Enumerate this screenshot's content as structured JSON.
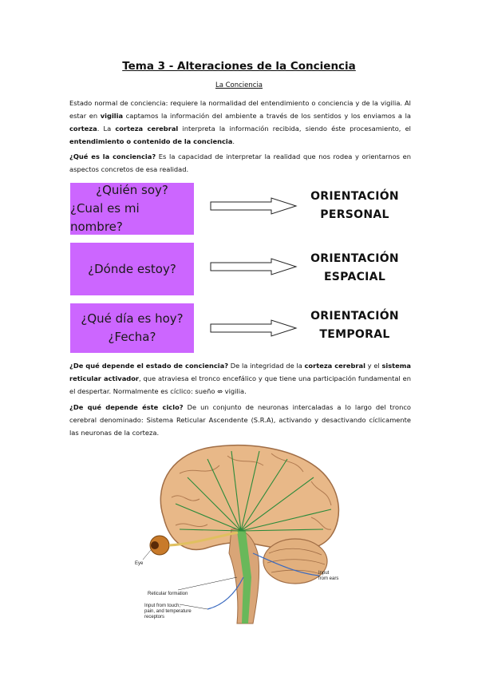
{
  "title": "Tema 3 - Alteraciones de la Conciencia",
  "subtitle": "La Conciencia",
  "para1": {
    "t1": "Estado normal de conciencia: requiere la normalidad del entendimiento o conciencia y de la vigilia. Al estar en ",
    "b1": "vigilia",
    "t2": " captamos la información del ambiente a través de los sentidos y los enviamos a la ",
    "b2": "corteza",
    "t3": ". La ",
    "b3": "corteza cerebral",
    "t4": " interpreta la información recibida, siendo éste procesamiento, el ",
    "b4": "entendimiento o contenido de la conciencia",
    "t5": "."
  },
  "para2": {
    "b1": "¿Qué es la conciencia?",
    "t1": " Es la capacidad de interpretar la realidad que nos rodea y orientarnos en aspectos concretos de esa realidad."
  },
  "rows": [
    {
      "q1": "¿Quién soy?",
      "q2": "¿Cual es mi nombre?",
      "o1": "ORIENTACIÓN",
      "o2": "PERSONAL"
    },
    {
      "q1": "¿Dónde estoy?",
      "q2": "",
      "o1": "ORIENTACIÓN",
      "o2": "ESPACIAL"
    },
    {
      "q1": "¿Qué día es hoy?",
      "q2": "¿Fecha?",
      "o1": "ORIENTACIÓN",
      "o2": "TEMPORAL"
    }
  ],
  "para3": {
    "b1": "¿De qué depende el estado de conciencia?",
    "t1": " De la integridad de la ",
    "b2": "corteza cerebral",
    "t2": " y el ",
    "b3": "sistema reticular activador",
    "t3": ", que atraviesa el tronco encefálico y que tiene una participación fundamental en el despertar. Normalmente es cíclico: sueño ⇎ vigilia."
  },
  "para4": {
    "b1": "¿De qué depende éste ciclo?",
    "t1": " De un conjunto de neuronas intercaladas a lo largo del tronco cerebral denominado: Sistema Reticular Ascendente (S.R.A), activando y desactivando cíclicamente las neuronas de la corteza."
  },
  "figure": {
    "eye": "Eye",
    "reticular": "Reticular formation",
    "ears1": "Input",
    "ears2": "from ears",
    "touch1": "Input from touch,",
    "touch2": "pain, and temperature",
    "touch3": "receptors"
  },
  "colors": {
    "box": "#cc66ff",
    "brain": "#e8b888",
    "reticular": "#55bb55"
  }
}
